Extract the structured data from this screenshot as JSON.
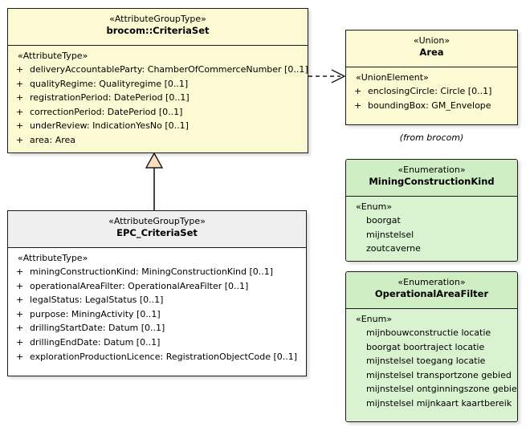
{
  "diagram": {
    "type": "uml-class-diagram",
    "background": "#ffffff",
    "colors": {
      "class_yellow": "#fcfad2",
      "class_grey_header": "#efefef",
      "class_white_body": "#ffffff",
      "enumeration_green": "#d9f2cf",
      "enumeration_green_header": "#d0eec4",
      "border": "#1a1a1a",
      "generalization_triangle_fill": "#fae0c0",
      "text": "#000000"
    }
  },
  "classes": {
    "criteria_set": {
      "stereotype": "«AttributeGroupType»",
      "name": "brocom::CriteriaSet",
      "compartment_stereotype": "«AttributeType»",
      "attributes": [
        {
          "visibility": "+",
          "text": "deliveryAccountableParty: ChamberOfCommerceNumber [0..1]"
        },
        {
          "visibility": "+",
          "text": "qualityRegime: Qualityregime [0..1]"
        },
        {
          "visibility": "+",
          "text": "registrationPeriod: DatePeriod [0..1]"
        },
        {
          "visibility": "+",
          "text": "correctionPeriod: DatePeriod [0..1]"
        },
        {
          "visibility": "+",
          "text": "underReview: IndicationYesNo [0..1]"
        },
        {
          "visibility": "+",
          "text": "area: Area"
        }
      ]
    },
    "epc_criteria_set": {
      "stereotype": "«AttributeGroupType»",
      "name": "EPC_CriteriaSet",
      "compartment_stereotype": "«AttributeType»",
      "attributes": [
        {
          "visibility": "+",
          "text": "miningConstructionKind: MiningConstructionKind [0..1]"
        },
        {
          "visibility": "+",
          "text": "operationalAreaFilter: OperationalAreaFilter [0..1]"
        },
        {
          "visibility": "+",
          "text": "legalStatus: LegalStatus [0..1]"
        },
        {
          "visibility": "+",
          "text": "purpose: MiningActivity [0..1]"
        },
        {
          "visibility": "+",
          "text": "drillingStartDate: Datum [0..1]"
        },
        {
          "visibility": "+",
          "text": "drillingEndDate: Datum [0..1]"
        },
        {
          "visibility": "+",
          "text": "explorationProductionLicence: RegistrationObjectCode [0..1]"
        }
      ]
    },
    "area": {
      "stereotype": "«Union»",
      "name": "Area",
      "compartment_stereotype": "«UnionElement»",
      "attributes": [
        {
          "visibility": "+",
          "text": "enclosingCircle: Circle [0..1]"
        },
        {
          "visibility": "+",
          "text": "boundingBox: GM_Envelope"
        }
      ],
      "caption": "(from brocom)"
    },
    "mining_construction_kind": {
      "stereotype": "«Enumeration»",
      "name": "MiningConstructionKind",
      "compartment_stereotype": "«Enum»",
      "literals": [
        "boorgat",
        "mijnstelsel",
        "zoutcaverne"
      ]
    },
    "operational_area_filter": {
      "stereotype": "«Enumeration»",
      "name": "OperationalAreaFilter",
      "compartment_stereotype": "«Enum»",
      "literals": [
        "mijnbouwconstructie locatie",
        "boorgat boortraject locatie",
        "mijnstelsel toegang locatie",
        "mijnstelsel transportzone gebied",
        "mijnstelsel ontginningszone gebied",
        "mijnstelsel mijnkaart kaartbereik"
      ]
    }
  },
  "connectors": [
    {
      "id": "dependency-criteriaset-to-area",
      "kind": "dependency",
      "line_style": "dashed",
      "arrowhead": "open",
      "from": "brocom::CriteriaSet",
      "to": "Area"
    },
    {
      "id": "generalization-epc-to-criteriaset",
      "kind": "generalization",
      "line_style": "solid",
      "arrowhead": "hollow-triangle",
      "from": "EPC_CriteriaSet",
      "to": "brocom::CriteriaSet"
    }
  ]
}
